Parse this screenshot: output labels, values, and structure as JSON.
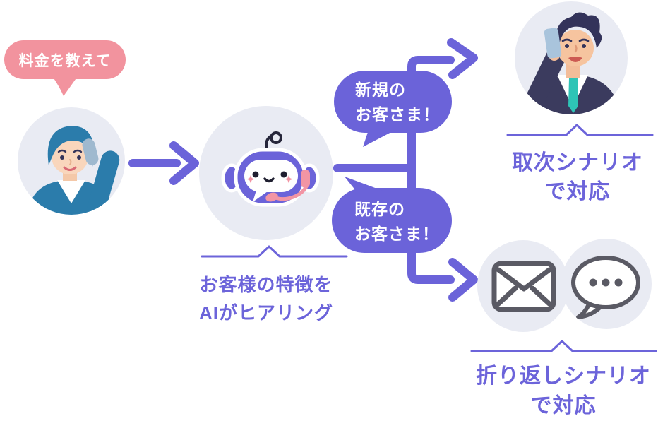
{
  "diagram": {
    "customer_speech": {
      "text": "料金を教えて"
    },
    "branch_new": {
      "line1": "新規の",
      "line2": "お客さま！"
    },
    "branch_existing": {
      "line1": "既存の",
      "line2": "お客さま！"
    },
    "ai_label": {
      "line1": "お客様の特徴を",
      "line2": "AIがヒアリング"
    },
    "outcome_transfer": {
      "line1": "取次シナリオ",
      "line2": "で対応"
    },
    "outcome_callback": {
      "line1": "折り返しシナリオ",
      "line2": "で対応"
    }
  },
  "icons": {
    "customer": "person-on-phone",
    "ai_bot": "robot-with-headset",
    "operator": "businessman-on-phone",
    "mail": "envelope",
    "chat": "speech-bubble-with-dots"
  },
  "colors": {
    "purple": "#6B63D9",
    "label_purple": "#6C64DA",
    "pink": "#F2939E",
    "circle_bg": "#E9EBF3",
    "icon_gray": "#5A5A64",
    "navy": "#3B3B5E",
    "teal": "#2EC4B6",
    "background": "#FFFFFF"
  }
}
